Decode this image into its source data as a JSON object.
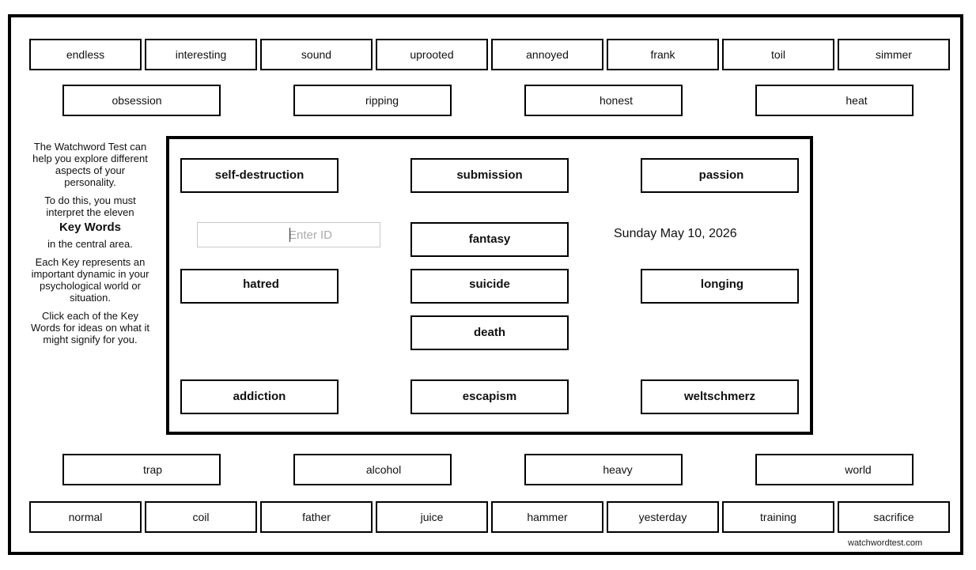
{
  "top_words_row1": [
    "endless",
    "interesting",
    "sound",
    "uprooted",
    "annoyed",
    "frank",
    "toil",
    "simmer"
  ],
  "top_words_row2": [
    "obsession",
    "ripping",
    "honest",
    "heat"
  ],
  "sidebar": {
    "intro": "The Watchword Test can help you explore different aspects of your personality.",
    "instruction_pre": "To do this, you must interpret the eleven",
    "key_words_label": "Key Words",
    "instruction_post": "in the central area.",
    "each_key": "Each Key represents an important dynamic in your psychological world or situation.",
    "click_hint": "Click each of the Key Words for ideas on what it might signify for you."
  },
  "key_words": {
    "self_destruction": "self-destruction",
    "submission": "submission",
    "passion": "passion",
    "fantasy": "fantasy",
    "hatred": "hatred",
    "suicide": "suicide",
    "longing": "longing",
    "death": "death",
    "addiction": "addiction",
    "escapism": "escapism",
    "weltschmerz": "weltschmerz"
  },
  "id_input": {
    "placeholder": "Enter ID",
    "value": ""
  },
  "date_display": "Sunday May 10, 2026",
  "bottom_words_row1": [
    "trap",
    "alcohol",
    "heavy",
    "world"
  ],
  "bottom_words_row2": [
    "normal",
    "coil",
    "father",
    "juice",
    "hammer",
    "yesterday",
    "training",
    "sacrifice"
  ],
  "site_credit": "watchwordtest.com"
}
